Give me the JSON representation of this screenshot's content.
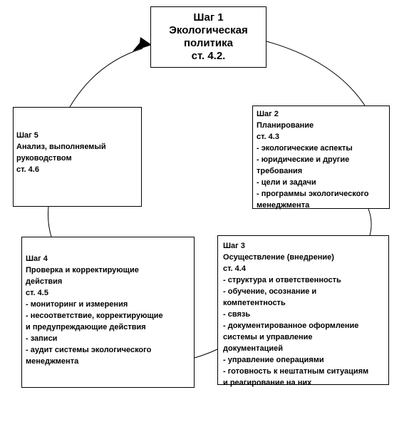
{
  "colors": {
    "background": "#ffffff",
    "border": "#000000",
    "text": "#000000"
  },
  "step1": {
    "lines": [
      "Шаг 1",
      "Экологическая",
      "политика",
      "ст. 4.2."
    ]
  },
  "step2": {
    "lines": [
      "Шаг 2",
      "Планирование",
      "ст. 4.3",
      "- экологические аспекты",
      "- юридические и другие",
      "требования",
      "- цели и задачи",
      "- программы экологического",
      "менеджмента"
    ]
  },
  "step3": {
    "lines": [
      "Шаг 3",
      "Осуществление (внедрение)",
      "ст. 4.4",
      "- структура и ответственность",
      "- обучение, осознание и",
      "компетентность",
      "- связь",
      "- документированное оформление",
      "системы и управление",
      "документацией",
      "- управление операциями",
      "- готовность к нештатным ситуациям",
      "и реагирование на них"
    ]
  },
  "step4": {
    "lines": [
      "Шаг 4",
      "Проверка и корректирующие",
      "действия",
      "ст. 4.5",
      "- мониторинг и измерения",
      "- несоответствие, корректирующие",
      "и предупреждающие действия",
      "- записи",
      "- аудит системы экологического",
      "менеджмента"
    ]
  },
  "step5": {
    "lines": [
      "Шаг 5",
      "Анализ, выполняемый",
      "руководством",
      "ст. 4.6"
    ]
  }
}
